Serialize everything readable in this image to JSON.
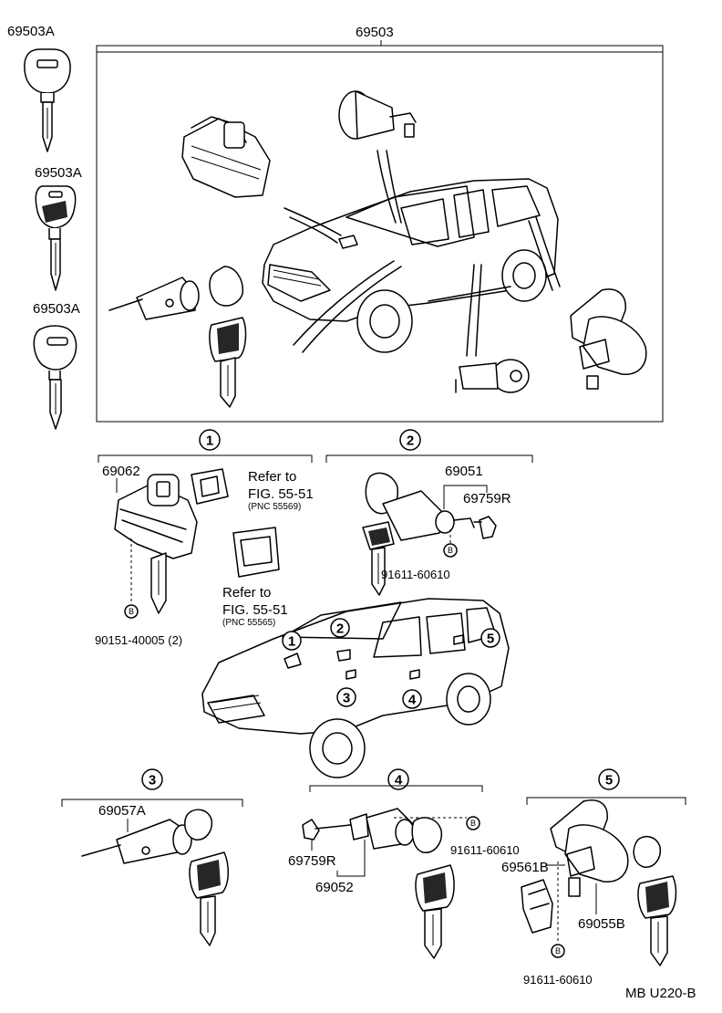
{
  "diagram": {
    "top_group_label": "69503",
    "master_keys": [
      "69503A",
      "69503A",
      "69503A"
    ],
    "section_numbers": [
      "1",
      "2",
      "3",
      "4",
      "5"
    ],
    "callout_b": "B",
    "sec1": {
      "part": "69062",
      "refer_to_1": "Refer to",
      "fig_1": "FIG. 55-51",
      "pnc_1": "(PNC 55569)",
      "refer_to_2": "Refer to",
      "fig_2": "FIG. 55-51",
      "pnc_2": "(PNC 55565)",
      "screw": "90151-40005 (2)"
    },
    "sec2": {
      "part": "69051",
      "sub_part": "69759R",
      "screw": "91611-60610"
    },
    "sec3": {
      "part": "69057A"
    },
    "sec4": {
      "sub_part": "69759R",
      "part": "69052",
      "screw": "91611-60610"
    },
    "sec5": {
      "part_a": "69561B",
      "part_b": "69055B",
      "screw": "91611-60610"
    },
    "footer_code": "MB U220-B"
  }
}
